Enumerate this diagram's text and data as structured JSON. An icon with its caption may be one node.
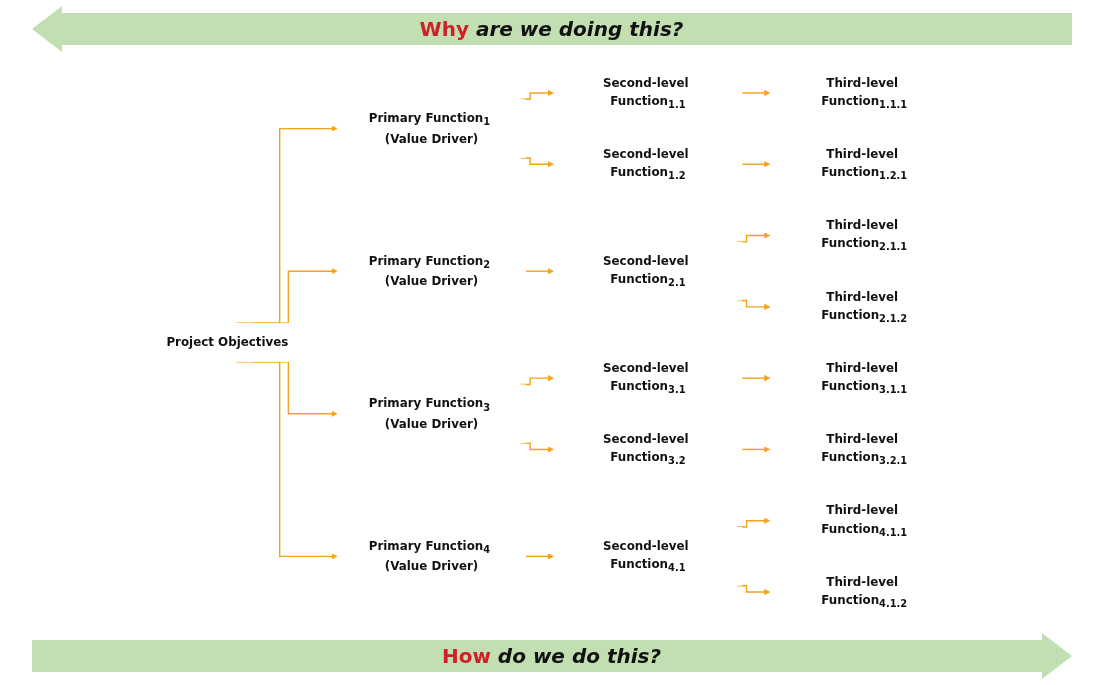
{
  "diagram": {
    "nodes": [
      {
        "text": [
          "Project Objectives"
        ]
      },
      {
        "text": [
          "Primary Function$_{1}$ (Value Driver)"
        ]
      },
      {
        "text": [
          "Second-level Function$_{1.1}$"
        ]
      },
      {
        "text": [
          "Third-level Function$_{1.1.1}$"
        ]
      },
      {
        "text": [
          "Second-level Function$_{1.2}$"
        ]
      },
      {
        "text": [
          "Third-level Function$_{1.2.1}$"
        ]
      },
      {
        "text": [
          "Primary Function$_{2}$ (Value Driver)"
        ]
      },
      {
        "text": [
          "Second-level Function$_{2.1}$"
        ]
      },
      {
        "text": [
          "Third-level Function$_{2.1.1}$"
        ]
      },
      {
        "text": [
          "Third-level Function$_{2.1.2}$"
        ]
      },
      {
        "text": [
          "Primary Function$_{3}$ (Value Driver)"
        ]
      },
      {
        "text": [
          "Second-level Function$_{3.1}$"
        ]
      },
      {
        "text": [
          "Third-level Function$_{3.1.1}$"
        ]
      },
      {
        "text": [
          "Second-level Function$_{3.2}$"
        ]
      },
      {
        "text": [
          "Third-level Function$_{3.2.1}$"
        ]
      },
      {
        "text": [
          "Primary Function$_{4}$ (Value Driver)"
        ]
      },
      {
        "text": [
          "Second-level Function$_{4.1}$"
        ]
      },
      {
        "text": [
          "Third-level Function$_{4.1.1}$"
        ]
      },
      {
        "text": [
          "Third-level Function$_{4.1.2}$"
        ]
      }
    ],
    "edges": [
      {
        "from": 0,
        "to": 1,
        "arrow": "to"
      },
      {
        "from": 1,
        "to": 2,
        "arrow": "to"
      },
      {
        "from": 2,
        "to": 3,
        "arrow": "to"
      },
      {
        "from": 1,
        "to": 4,
        "arrow": "to"
      },
      {
        "from": 4,
        "to": 5,
        "arrow": "to"
      },
      {
        "from": 0,
        "to": 6,
        "arrow": "to"
      },
      {
        "from": 6,
        "to": 7,
        "arrow": "to"
      },
      {
        "from": 7,
        "to": 8,
        "arrow": "to"
      },
      {
        "from": 7,
        "to": 9,
        "arrow": "to"
      },
      {
        "from": 0,
        "to": 10,
        "arrow": "to"
      },
      {
        "from": 10,
        "to": 11,
        "arrow": "to"
      },
      {
        "from": 11,
        "to": 12,
        "arrow": "to"
      },
      {
        "from": 10,
        "to": 13,
        "arrow": "to"
      },
      {
        "from": 13,
        "to": 14,
        "arrow": "to"
      },
      {
        "from": 0,
        "to": 15,
        "arrow": "to"
      },
      {
        "from": 15,
        "to": 16,
        "arrow": "to"
      },
      {
        "from": 16,
        "to": 17,
        "arrow": "to"
      },
      {
        "from": 16,
        "to": 18,
        "arrow": "to"
      }
    ],
    "labels": [
      "Why *are we doing this?*",
      "How *do we do this?*"
    ]
  }
}
